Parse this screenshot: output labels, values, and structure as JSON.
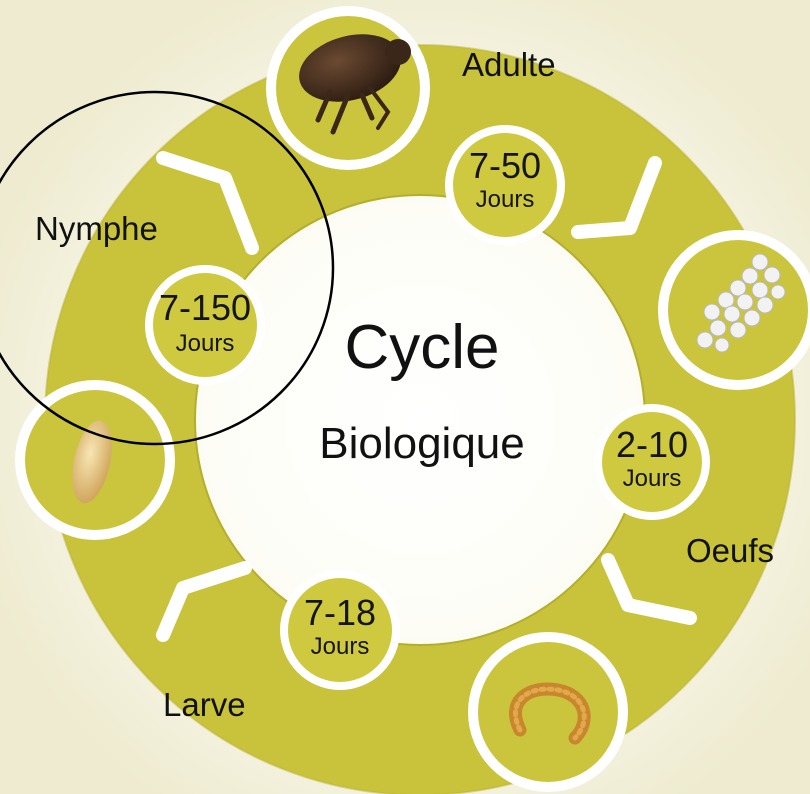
{
  "title": {
    "main": "Cycle",
    "sub": "Biologique"
  },
  "stages": {
    "adult": {
      "label": "Adulte",
      "duration": "7-50",
      "unit": "Jours",
      "icon": "flea-icon"
    },
    "eggs": {
      "label": "Oeufs",
      "duration": "2-10",
      "unit": "Jours",
      "icon": "eggs-icon"
    },
    "larva": {
      "label": "Larve",
      "duration": "7-18",
      "unit": "Jours",
      "icon": "larva-icon"
    },
    "nymph": {
      "label": "Nymphe",
      "duration": "7-150",
      "unit": "Jours",
      "icon": "pupa-icon"
    }
  },
  "colors": {
    "ring": "#c8c33a",
    "ring_edge": "#aaa52b",
    "circle_fill": "#cfc93f",
    "white_border": "#ffffff",
    "highlight_stroke": "#000000"
  }
}
